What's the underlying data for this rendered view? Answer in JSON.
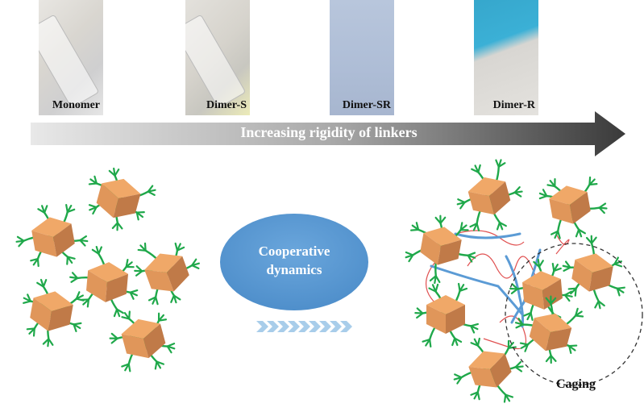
{
  "photos": [
    {
      "label": "Monomer"
    },
    {
      "label": "Dimer-S"
    },
    {
      "label": "Dimer-SR"
    },
    {
      "label": "Dimer-R"
    }
  ],
  "arrow": {
    "label": "Increasing rigidity of linkers"
  },
  "center": {
    "line1": "Cooperative",
    "line2": "dynamics"
  },
  "caging_label": "Caging",
  "colors": {
    "cube_light": "#f0a868",
    "cube_mid": "#e0965a",
    "cube_dark": "#c07a48",
    "arm": "#1fa84a",
    "linker_rigid": "#5b9bd5",
    "linker_flexible": "#e05050",
    "ellipse": "#5b9bd5"
  }
}
